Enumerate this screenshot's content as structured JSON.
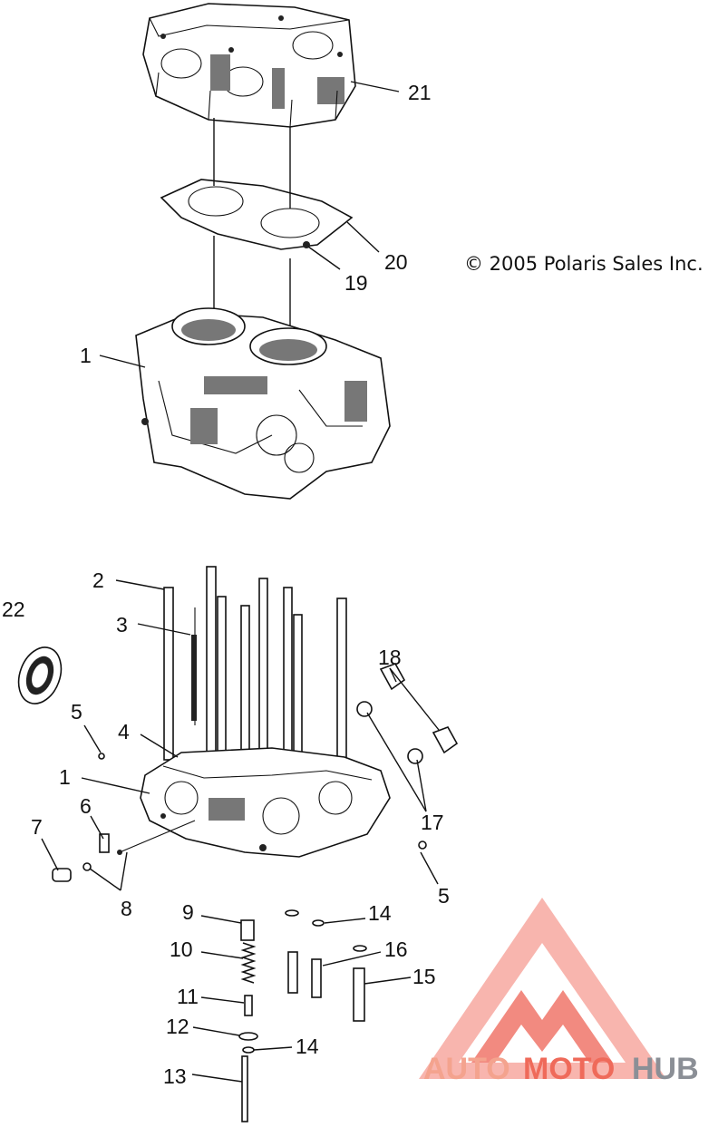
{
  "copyright": "© 2005 Polaris Sales Inc.",
  "callouts": {
    "c21": "21",
    "c20": "20",
    "c19": "19",
    "c1_top": "1",
    "c1_bottom": "1",
    "c2": "2",
    "c3": "3",
    "c4": "4",
    "c5_left": "5",
    "c5_right": "5",
    "c6": "6",
    "c7": "7",
    "c8": "8",
    "c9": "9",
    "c10": "10",
    "c11": "11",
    "c12": "12",
    "c13": "13",
    "c14_top": "14",
    "c14_bottom": "14",
    "c15": "15",
    "c16": "16",
    "c17": "17",
    "c18": "18",
    "c22": "22"
  },
  "watermark": {
    "auto": "AUTO",
    "moto": "MOTO",
    "hub": "HUB"
  },
  "colors": {
    "logo_light": "#f4a38e",
    "logo_red": "#ef6a5a",
    "logo_gray": "#8b8f96"
  }
}
